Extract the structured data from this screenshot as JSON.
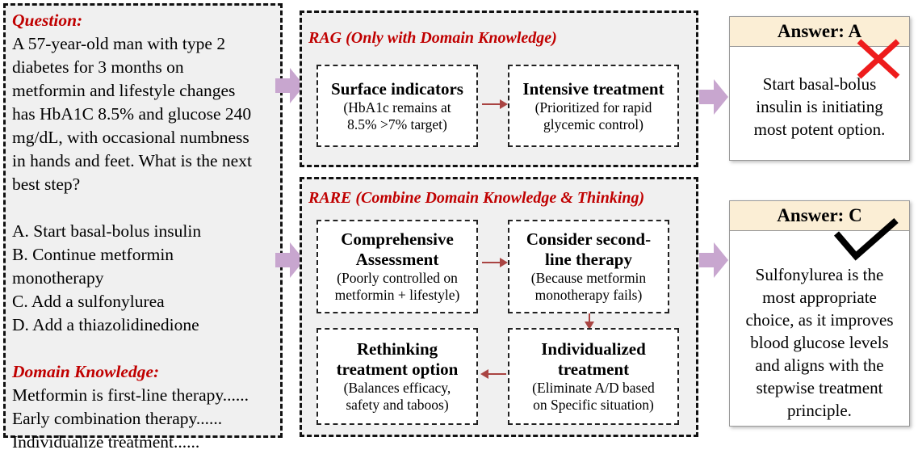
{
  "question": {
    "heading": "Question:",
    "lines": [
      "A 57-year-old man with type 2",
      "diabetes for 3 months on",
      "metformin and lifestyle changes",
      "has HbA1C 8.5% and glucose 240",
      "mg/dL, with occasional numbness",
      "in hands and feet. What is the next",
      "best step?"
    ],
    "options": [
      "A. Start basal-bolus insulin",
      "B. Continue metformin",
      "monotherapy",
      "C. Add a sulfonylurea",
      "D. Add a thiazolidinedione"
    ],
    "dk_heading": "Domain Knowledge:",
    "dk_lines": [
      "Metformin is first-line therapy......",
      "Early combination therapy......",
      "Individualize treatment......"
    ]
  },
  "rag": {
    "title": "RAG (Only with Domain Knowledge)",
    "steps": [
      {
        "title": "Surface indicators",
        "desc": [
          "(HbA1c remains at",
          "8.5% >7% target)"
        ]
      },
      {
        "title": "Intensive treatment",
        "desc": [
          "(Prioritized for rapid",
          "glycemic control)"
        ]
      }
    ]
  },
  "rare": {
    "title": "RARE (Combine Domain Knowledge & Thinking)",
    "steps": [
      {
        "title": [
          "Comprehensive",
          "Assessment"
        ],
        "desc": [
          "(Poorly controlled on",
          "metformin + lifestyle)"
        ]
      },
      {
        "title": [
          "Consider second-",
          "line therapy"
        ],
        "desc": [
          "(Because metformin",
          "monotherapy fails)"
        ]
      },
      {
        "title": [
          "Rethinking",
          "treatment option"
        ],
        "desc": [
          "(Balances efficacy,",
          "safety and taboos)"
        ]
      },
      {
        "title": [
          "Individualized",
          "treatment"
        ],
        "desc": [
          "(Eliminate A/D based",
          "on Specific situation)"
        ]
      }
    ]
  },
  "answer_a": {
    "header": "Answer: A",
    "lines": [
      "Start basal-bolus",
      "insulin is initiating",
      "most potent option."
    ],
    "mark": "cross-icon"
  },
  "answer_c": {
    "header": "Answer: C",
    "lines": [
      "Sulfonylurea  is the",
      "most appropriate",
      "choice, as it improves",
      "blood glucose levels",
      "and aligns with the",
      "stepwise treatment",
      "principle."
    ],
    "mark": "check-icon"
  },
  "colors": {
    "accent_red": "#c00000",
    "arrow": "#a94442",
    "big_arrow": "#c8a6cf",
    "panel_bg": "#f0f0f0",
    "answer_header_bg": "#fbeed5"
  }
}
